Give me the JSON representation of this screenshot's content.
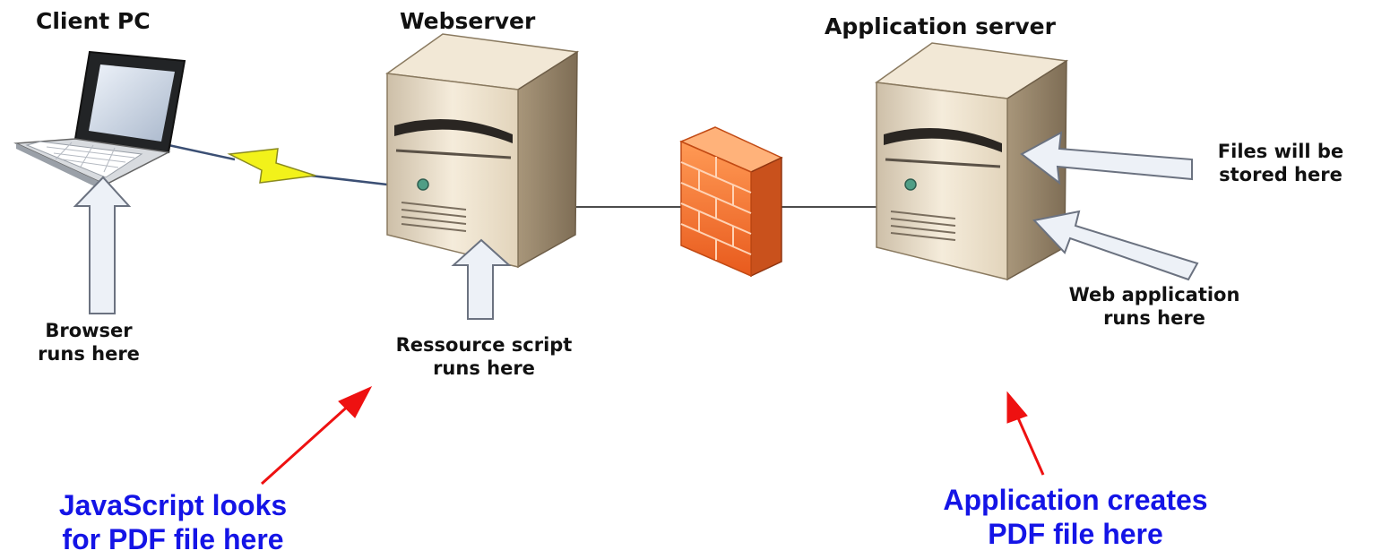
{
  "nodes": {
    "client": {
      "title": "Client PC",
      "note": [
        "Browser",
        "runs here"
      ]
    },
    "webserver": {
      "title": "Webserver",
      "note": [
        "Ressource script",
        "runs here"
      ]
    },
    "appserver": {
      "title": "Application server",
      "note_files": [
        "Files will be",
        "stored here"
      ],
      "note_app": [
        "Web application",
        "runs here"
      ]
    }
  },
  "callouts": {
    "left": [
      "JavaScript looks",
      "for PDF file here"
    ],
    "right": [
      "Application creates",
      "PDF file here"
    ]
  },
  "colors": {
    "callout_text": "#1414e6",
    "callout_arrow": "#ee1111",
    "pointer_arrow_fill": "#edf1f7",
    "pointer_arrow_stroke": "#6b7280",
    "firewall": "#f26b2c",
    "server_body": "#e9dcc5",
    "lightning": "#f2f21a"
  },
  "icons": [
    "laptop-icon",
    "server-icon",
    "firewall-icon",
    "lightning-icon"
  ]
}
